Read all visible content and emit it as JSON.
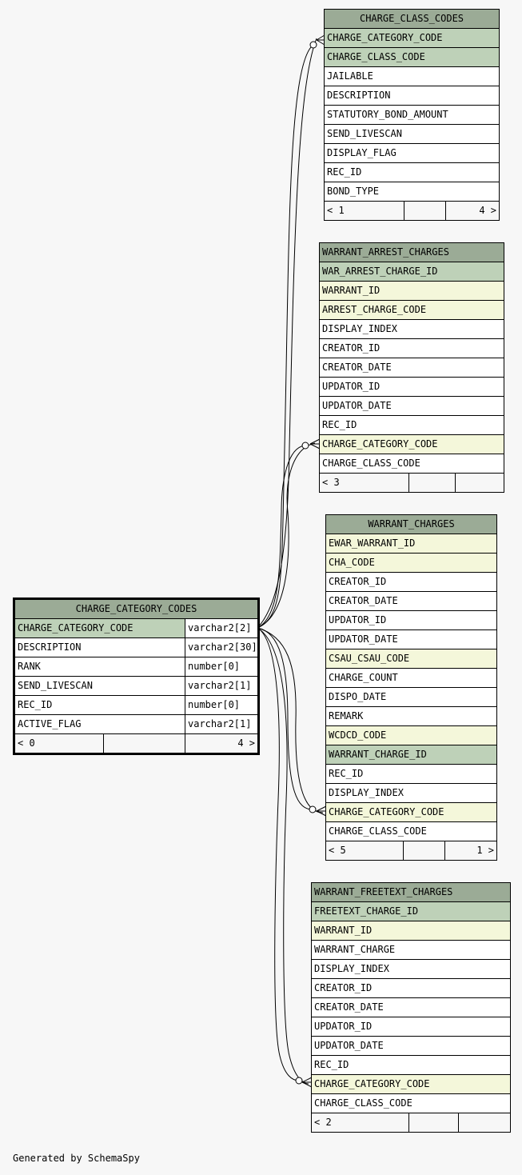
{
  "tables": {
    "charge_category_codes": {
      "name": "CHARGE_CATEGORY_CODES",
      "columns": [
        {
          "name": "CHARGE_CATEGORY_CODE",
          "type": "varchar2[2]",
          "role": "pk"
        },
        {
          "name": "DESCRIPTION",
          "type": "varchar2[30]",
          "role": "plain"
        },
        {
          "name": "RANK",
          "type": "number[0]",
          "role": "plain"
        },
        {
          "name": "SEND_LIVESCAN",
          "type": "varchar2[1]",
          "role": "plain"
        },
        {
          "name": "REC_ID",
          "type": "number[0]",
          "role": "plain"
        },
        {
          "name": "ACTIVE_FLAG",
          "type": "varchar2[1]",
          "role": "plain"
        }
      ],
      "footer": {
        "parents": "< 0",
        "middle": "",
        "children": "4 >"
      }
    },
    "charge_class_codes": {
      "name": "CHARGE_CLASS_CODES",
      "columns": [
        {
          "name": "CHARGE_CATEGORY_CODE",
          "role": "pk"
        },
        {
          "name": "CHARGE_CLASS_CODE",
          "role": "pk"
        },
        {
          "name": "JAILABLE",
          "role": "plain"
        },
        {
          "name": "DESCRIPTION",
          "role": "plain"
        },
        {
          "name": "STATUTORY_BOND_AMOUNT",
          "role": "plain"
        },
        {
          "name": "SEND_LIVESCAN",
          "role": "plain"
        },
        {
          "name": "DISPLAY_FLAG",
          "role": "plain"
        },
        {
          "name": "REC_ID",
          "role": "plain"
        },
        {
          "name": "BOND_TYPE",
          "role": "plain"
        }
      ],
      "footer": {
        "parents": "< 1",
        "middle": "",
        "children": "4 >"
      }
    },
    "warrant_arrest_charges": {
      "name": "WARRANT_ARREST_CHARGES",
      "columns": [
        {
          "name": "WAR_ARREST_CHARGE_ID",
          "role": "pk"
        },
        {
          "name": "WARRANT_ID",
          "role": "fk"
        },
        {
          "name": "ARREST_CHARGE_CODE",
          "role": "fk"
        },
        {
          "name": "DISPLAY_INDEX",
          "role": "plain"
        },
        {
          "name": "CREATOR_ID",
          "role": "plain"
        },
        {
          "name": "CREATOR_DATE",
          "role": "plain"
        },
        {
          "name": "UPDATOR_ID",
          "role": "plain"
        },
        {
          "name": "UPDATOR_DATE",
          "role": "plain"
        },
        {
          "name": "REC_ID",
          "role": "plain"
        },
        {
          "name": "CHARGE_CATEGORY_CODE",
          "role": "fk"
        },
        {
          "name": "CHARGE_CLASS_CODE",
          "role": "plain"
        }
      ],
      "footer": {
        "parents": "< 3",
        "middle": "",
        "children": ""
      }
    },
    "warrant_charges": {
      "name": "WARRANT_CHARGES",
      "columns": [
        {
          "name": "EWAR_WARRANT_ID",
          "role": "fk"
        },
        {
          "name": "CHA_CODE",
          "role": "fk"
        },
        {
          "name": "CREATOR_ID",
          "role": "plain"
        },
        {
          "name": "CREATOR_DATE",
          "role": "plain"
        },
        {
          "name": "UPDATOR_ID",
          "role": "plain"
        },
        {
          "name": "UPDATOR_DATE",
          "role": "plain"
        },
        {
          "name": "CSAU_CSAU_CODE",
          "role": "fk"
        },
        {
          "name": "CHARGE_COUNT",
          "role": "plain"
        },
        {
          "name": "DISPO_DATE",
          "role": "plain"
        },
        {
          "name": "REMARK",
          "role": "plain"
        },
        {
          "name": "WCDCD_CODE",
          "role": "fk"
        },
        {
          "name": "WARRANT_CHARGE_ID",
          "role": "pk"
        },
        {
          "name": "REC_ID",
          "role": "plain"
        },
        {
          "name": "DISPLAY_INDEX",
          "role": "plain"
        },
        {
          "name": "CHARGE_CATEGORY_CODE",
          "role": "fk"
        },
        {
          "name": "CHARGE_CLASS_CODE",
          "role": "plain"
        }
      ],
      "footer": {
        "parents": "< 5",
        "middle": "",
        "children": "1 >"
      }
    },
    "warrant_freetext_charges": {
      "name": "WARRANT_FREETEXT_CHARGES",
      "columns": [
        {
          "name": "FREETEXT_CHARGE_ID",
          "role": "pk"
        },
        {
          "name": "WARRANT_ID",
          "role": "fk"
        },
        {
          "name": "WARRANT_CHARGE",
          "role": "plain"
        },
        {
          "name": "DISPLAY_INDEX",
          "role": "plain"
        },
        {
          "name": "CREATOR_ID",
          "role": "plain"
        },
        {
          "name": "CREATOR_DATE",
          "role": "plain"
        },
        {
          "name": "UPDATOR_ID",
          "role": "plain"
        },
        {
          "name": "UPDATOR_DATE",
          "role": "plain"
        },
        {
          "name": "REC_ID",
          "role": "plain"
        },
        {
          "name": "CHARGE_CATEGORY_CODE",
          "role": "fk"
        },
        {
          "name": "CHARGE_CLASS_CODE",
          "role": "plain"
        }
      ],
      "footer": {
        "parents": "< 2",
        "middle": "",
        "children": ""
      }
    }
  },
  "footer_text": "Generated by SchemaSpy",
  "colors": {
    "background": "#f7f7f7",
    "table_header": "#9bab96",
    "primary_key": "#bed1b8",
    "foreign_key": "#f4f7da",
    "plain": "#ffffff",
    "line": "#000000"
  }
}
